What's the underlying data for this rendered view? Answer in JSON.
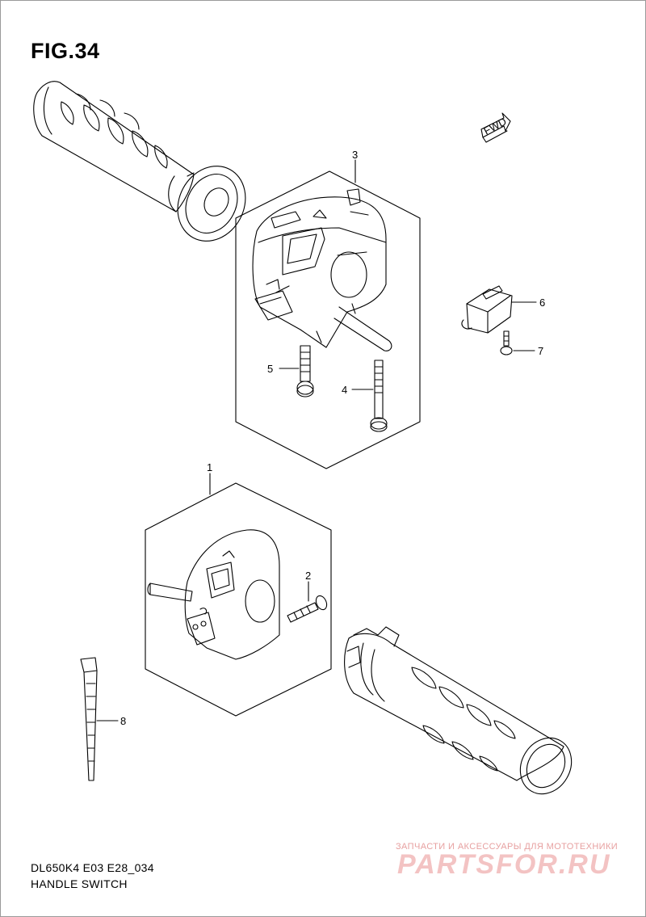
{
  "figure": {
    "title": "FIG.34"
  },
  "direction_badge": {
    "label": "FWD"
  },
  "callouts": {
    "c1": "1",
    "c2": "2",
    "c3": "3",
    "c4": "4",
    "c5": "5",
    "c6": "6",
    "c7": "7",
    "c8": "8"
  },
  "footer": {
    "model_code": "DL650K4 E03 E28_034",
    "caption": "HANDLE SWITCH"
  },
  "watermark": {
    "subtitle": "ЗАПЧАСТИ И АКСЕССУАРЫ ДЛЯ МОТОТЕХНИКИ",
    "logo": "PARTSFOR.RU"
  }
}
